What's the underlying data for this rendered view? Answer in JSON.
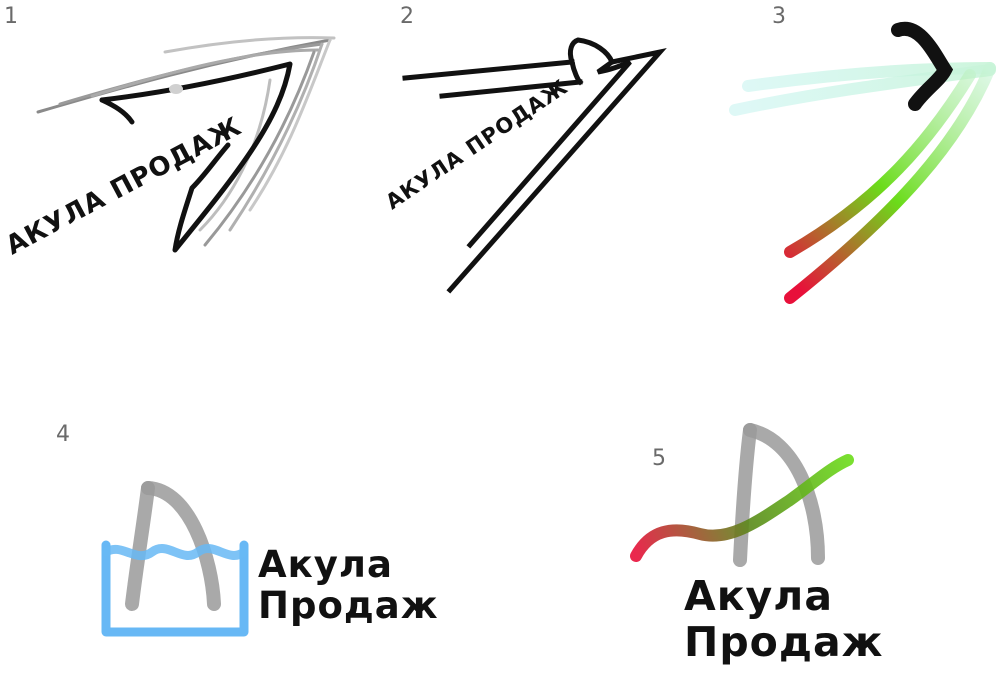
{
  "logo_numbers": [
    "1",
    "2",
    "3",
    "4",
    "5"
  ],
  "logo_1": {
    "text": "АКУЛА ПРОДАЖ"
  },
  "logo_2": {
    "text": "АКУЛА ПРОДАЖ"
  },
  "logo_4": {
    "line1": "Акула",
    "line2": "Продаж"
  },
  "logo_5": {
    "line1": "Акула",
    "line2": "Продаж"
  },
  "colors": {
    "ink": "#111111",
    "water_blue": "#67b8f5",
    "fin_gray": "#9a9a9a",
    "gradient_red": "#e8103a",
    "gradient_green": "#6bdc1a",
    "mint": "#c8f4f0"
  }
}
